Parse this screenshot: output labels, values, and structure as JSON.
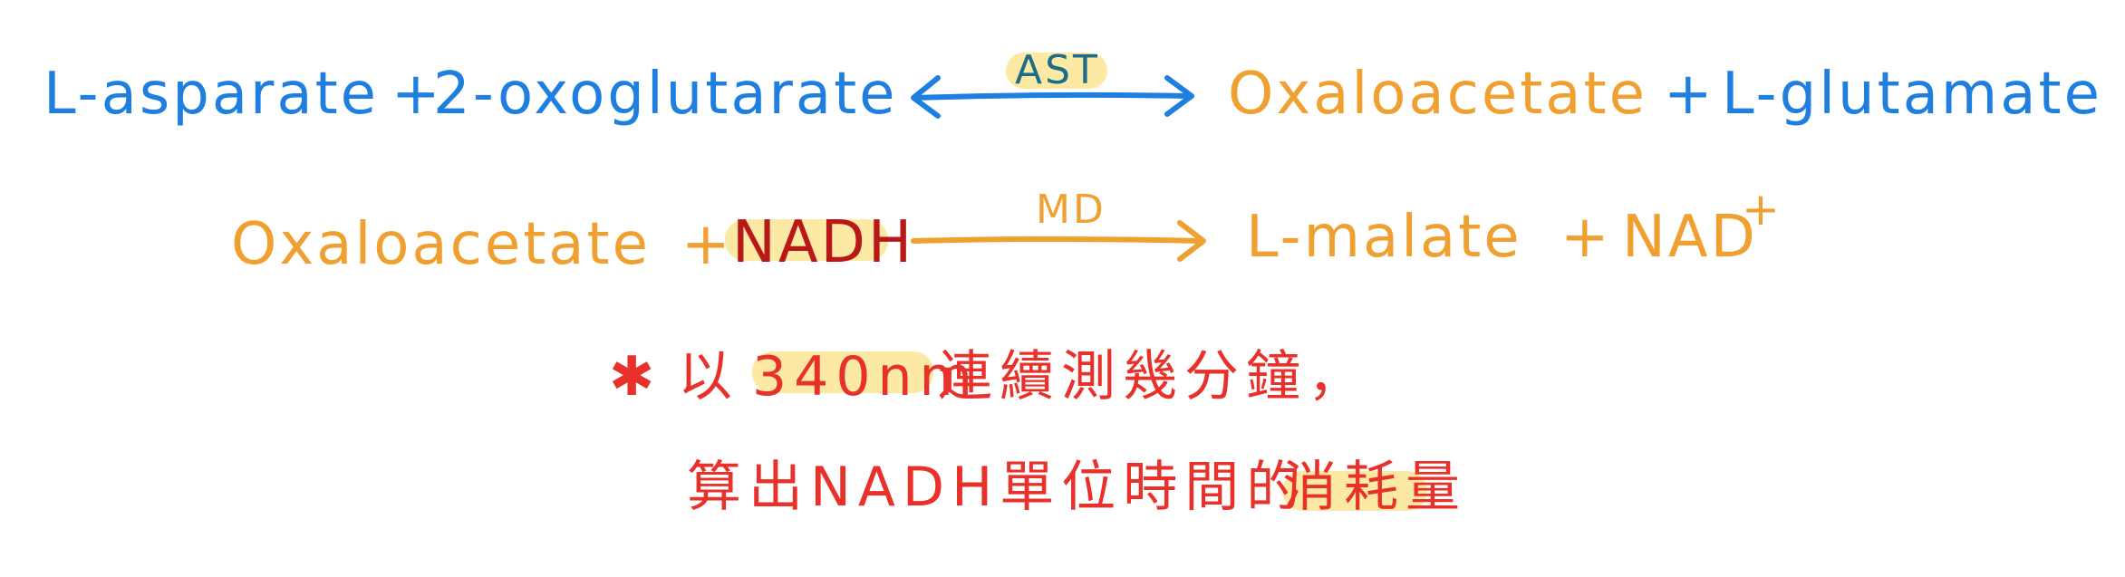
{
  "colors": {
    "blue": "#1f7fe0",
    "orange": "#f0a030",
    "dark_red": "#b81818",
    "red": "#e8312a",
    "teal": "#1d6c8a",
    "highlight": "#fbe38c"
  },
  "reaction1": {
    "left_reactant_1": "L-asparate",
    "plus_1": "+",
    "left_reactant_2": "2-oxoglutarate",
    "enzyme": "AST",
    "right_product_1": "Oxaloacetate",
    "plus_2": "+",
    "right_product_2": "L-glutamate"
  },
  "reaction2": {
    "left_reactant_1": "Oxaloacetate",
    "plus_1": "+",
    "left_reactant_2": "NADH",
    "enzyme": "MD",
    "right_product_1": "L-malate",
    "plus_2": "+",
    "right_product_2": "NAD",
    "right_product_2_charge": "+"
  },
  "note": {
    "star": "✱",
    "line1_prefix": "以",
    "line1_wavelength": "340nm",
    "line1_suffix": "連續測幾分鐘，",
    "line2_prefix": "算出NADH單位時間的",
    "line2_highlight": "消耗量"
  }
}
